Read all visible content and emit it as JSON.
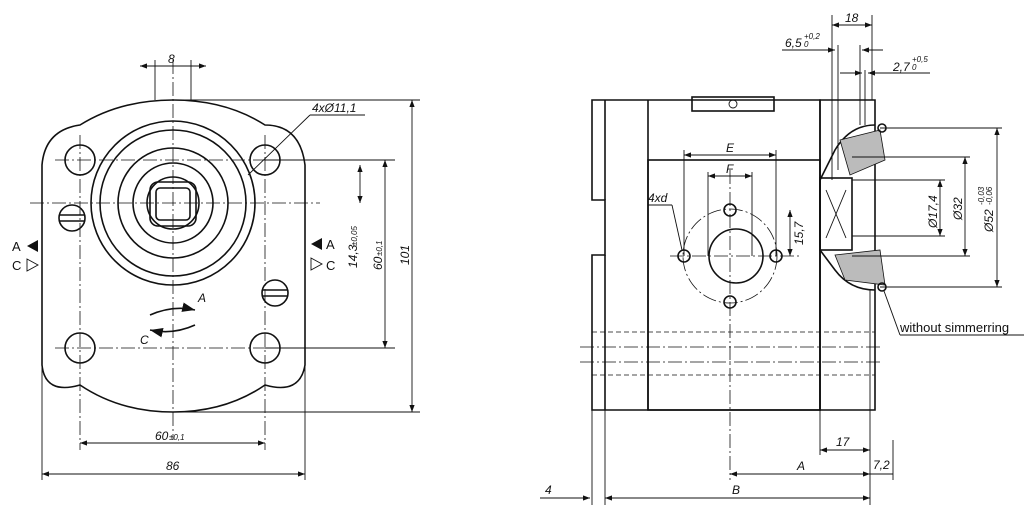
{
  "front_view": {
    "dim_top": "8",
    "dim_holes": "4xØ11,1",
    "dim_14": "14,3",
    "dim_14_tol": "±0,05",
    "dim_60v": "60",
    "dim_60v_tol": "±0,1",
    "dim_101": "101",
    "dim_60h": "60",
    "dim_60h_tol": "±0,1",
    "dim_86": "86",
    "port_a": "A",
    "port_c": "C",
    "rot_a": "A",
    "rot_c": "C"
  },
  "side_view": {
    "dim_18": "18",
    "dim_65": "6,5",
    "dim_65_up": "+0,2",
    "dim_65_lo": "0",
    "dim_27": "2,7",
    "dim_27_up": "+0,5",
    "dim_27_lo": "0",
    "dim_e": "E",
    "dim_f": "F",
    "dim_4xd": "4xd",
    "dim_157": "15,7",
    "dim_174": "Ø17,4",
    "dim_32": "Ø32",
    "dim_52": "Ø52",
    "dim_52_up": "-0,03",
    "dim_52_lo": "-0,06",
    "note": "without simmerring",
    "dim_17": "17",
    "dim_a": "A",
    "dim_72": "7,2",
    "dim_4": "4",
    "dim_b": "B"
  }
}
